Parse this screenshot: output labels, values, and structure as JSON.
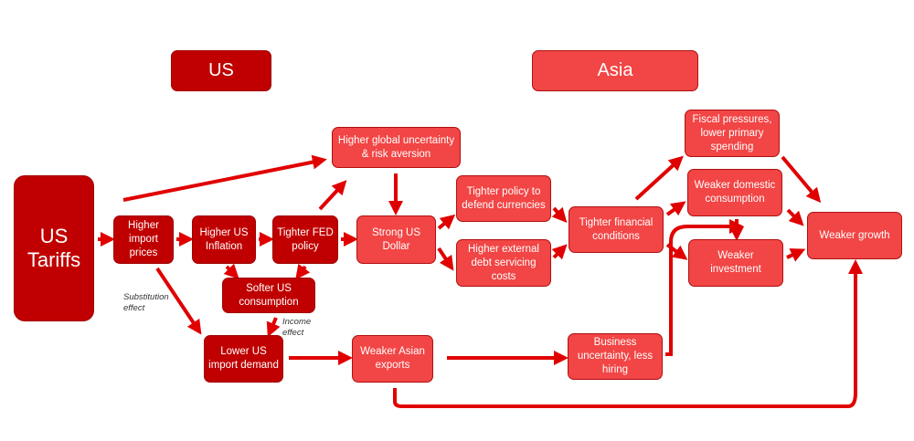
{
  "headers": {
    "us": "US",
    "asia": "Asia"
  },
  "nodes": {
    "us_tariffs": "US Tariffs",
    "higher_import_prices": "Higher import prices",
    "higher_us_inflation": "Higher US Inflation",
    "tighter_fed_policy": "Tighter FED policy",
    "softer_us_consumption": "Softer US consumption",
    "lower_us_import_demand": "Lower US import demand",
    "higher_global_uncertainty": "Higher global uncertainty & risk aversion",
    "strong_us_dollar": "Strong US Dollar",
    "tighter_policy_currencies": "Tighter policy to defend currencies",
    "higher_external_debt": "Higher external debt servicing costs",
    "tighter_financial_conditions": "Tighter financial conditions",
    "fiscal_pressures": "Fiscal pressures, lower primary spending",
    "weaker_domestic_consumption": "Weaker domestic consumption",
    "weaker_investment": "Weaker investment",
    "weaker_growth": "Weaker growth",
    "weaker_asian_exports": "Weaker Asian exports",
    "business_uncertainty": "Business uncertainty, less hiring"
  },
  "notes": {
    "substitution": "Substitution effect",
    "income": "Income effect"
  },
  "colors": {
    "us": "#c00000",
    "asia": "#f24545",
    "arrow": "#e00000"
  }
}
